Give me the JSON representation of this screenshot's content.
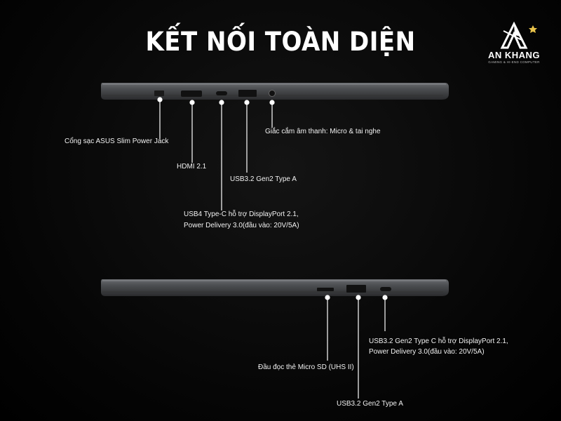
{
  "title": "KẾT NỐI TOÀN DIỆN",
  "brand": {
    "name": "AN KHANG",
    "tagline": "GAMING & HI-END COMPUTER"
  },
  "top_side": {
    "labels": {
      "power_jack": "Cổng sạc ASUS Slim Power Jack",
      "hdmi": "HDMI 2.1",
      "usb4_line1": "USB4 Type-C hỗ trợ DisplayPort 2.1,",
      "usb4_line2": "Power Delivery 3.0(đầu vào: 20V/5A)",
      "usb_a": "USB3.2 Gen2 Type A",
      "audio": "Giắc cắm âm thanh: Micro & tai nghe"
    }
  },
  "bottom_side": {
    "labels": {
      "micro_sd": "Đầu đọc thẻ Micro SD (UHS II)",
      "usb_a": "USB3.2 Gen2 Type A",
      "usb_c_line1": "USB3.2 Gen2 Type C hỗ trợ DisplayPort 2.1,",
      "usb_c_line2": "Power Delivery 3.0(đầu vào: 20V/5A)"
    }
  },
  "colors": {
    "laptop_body": "#4a4c4f",
    "accent_line": "#ffffff"
  }
}
